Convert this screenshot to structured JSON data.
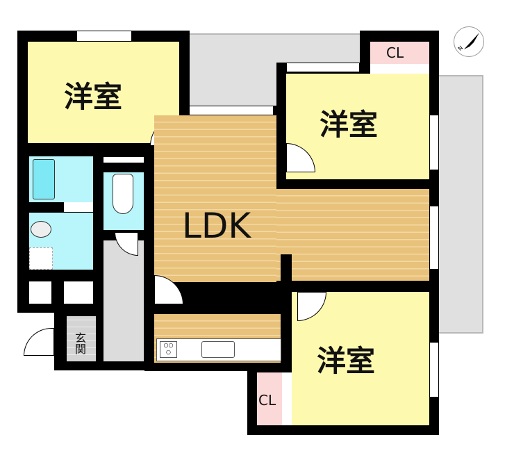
{
  "rooms": {
    "western_room_1": "洋室",
    "western_room_2": "洋室",
    "western_room_3": "洋室",
    "ldk": "LDK",
    "closet_1": "CL",
    "closet_2": "CL",
    "entrance": "玄関"
  },
  "compass": {
    "label": "N"
  },
  "colors": {
    "bedroom": "#fdfab0",
    "wood": "#e8c27b",
    "wet_area": "#b9f6fb",
    "closet": "#fcd9d9",
    "corridor": "#dcdcdc"
  }
}
